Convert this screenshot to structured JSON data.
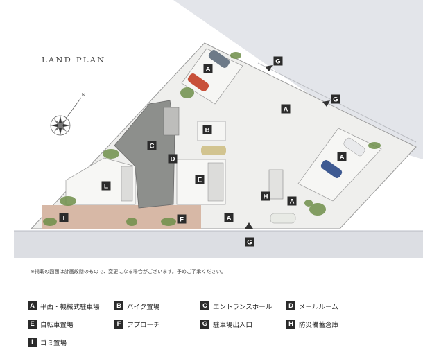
{
  "title": "LAND PLAN",
  "note": "※掲載の図面は計画段階のもので、変更になる場合がございます。予めご了承ください。",
  "compass_label": "N",
  "colors": {
    "road": "#d9dbe0",
    "site_paving": "#efefed",
    "building": "#8d8f8c",
    "key_bg": "#2b2b2b",
    "planting": "#6f8f4a",
    "entrance_brick": "#c9a08a"
  },
  "markers": [
    {
      "id": "m-a1",
      "key": "A"
    },
    {
      "id": "m-a2",
      "key": "A"
    },
    {
      "id": "m-a3",
      "key": "A"
    },
    {
      "id": "m-a4",
      "key": "A"
    },
    {
      "id": "m-a5",
      "key": "A"
    },
    {
      "id": "m-b",
      "key": "B"
    },
    {
      "id": "m-c",
      "key": "C"
    },
    {
      "id": "m-d",
      "key": "D"
    },
    {
      "id": "m-e1",
      "key": "E"
    },
    {
      "id": "m-e2",
      "key": "E"
    },
    {
      "id": "m-f",
      "key": "F"
    },
    {
      "id": "m-g1",
      "key": "G"
    },
    {
      "id": "m-g2",
      "key": "G"
    },
    {
      "id": "m-g3",
      "key": "G"
    },
    {
      "id": "m-h",
      "key": "H"
    },
    {
      "id": "m-i",
      "key": "I"
    }
  ],
  "legend": [
    {
      "key": "A",
      "label": "平面・機械式駐車場"
    },
    {
      "key": "B",
      "label": "バイク置場"
    },
    {
      "key": "C",
      "label": "エントランスホール"
    },
    {
      "key": "D",
      "label": "メールルーム"
    },
    {
      "key": "E",
      "label": "自転車置場"
    },
    {
      "key": "F",
      "label": "アプローチ"
    },
    {
      "key": "G",
      "label": "駐車場出入口"
    },
    {
      "key": "H",
      "label": "防災備蓄倉庫"
    },
    {
      "key": "I",
      "label": "ゴミ置場"
    }
  ]
}
